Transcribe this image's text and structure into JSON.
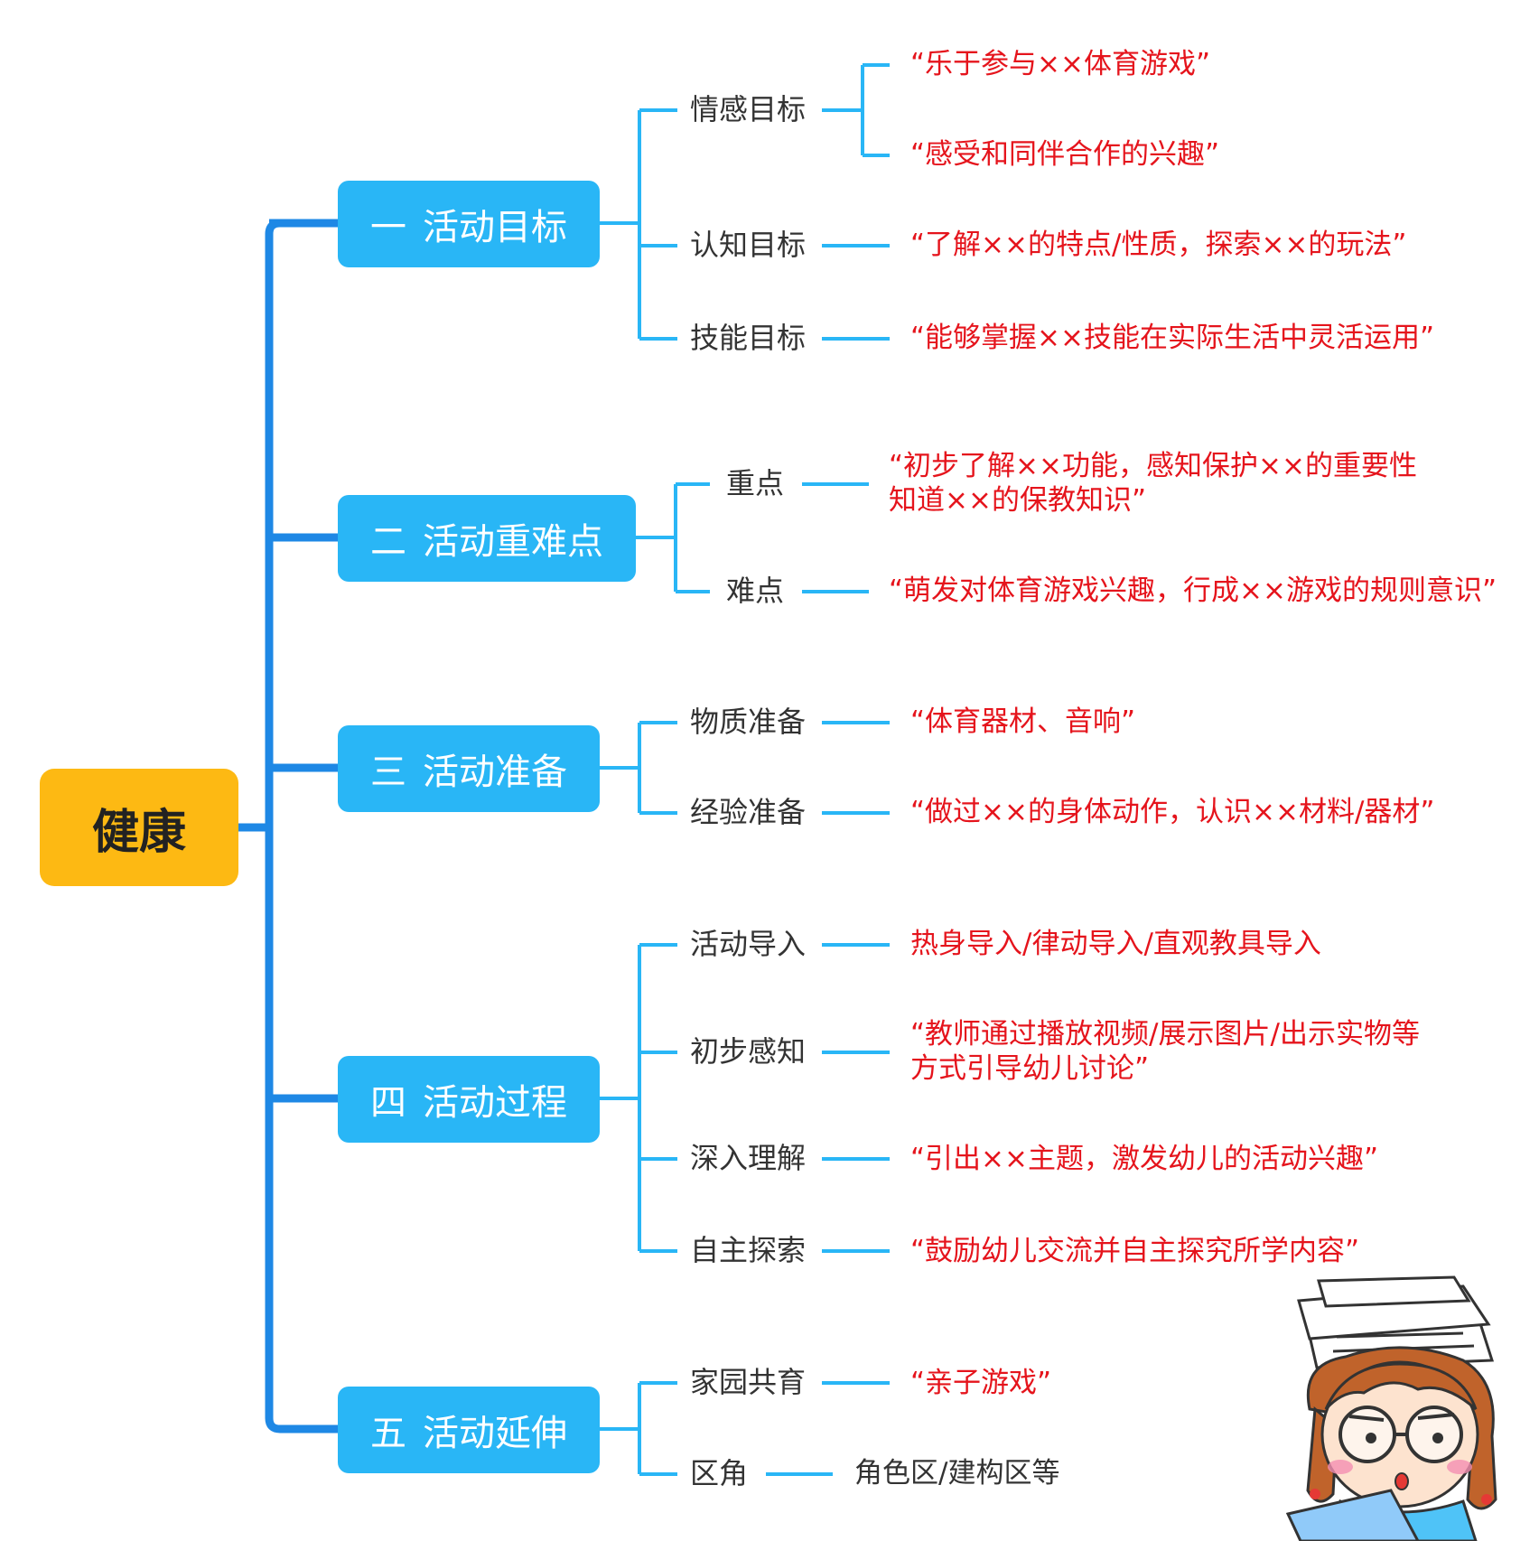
{
  "root": {
    "label": "健康"
  },
  "sections": [
    {
      "num": "一",
      "title": "活动目标",
      "items": [
        {
          "label": "情感目标",
          "values": [
            "“乐于参与××体育游戏”",
            "“感受和同伴合作的兴趣”"
          ]
        },
        {
          "label": "认知目标",
          "values": [
            "“了解××的特点/性质，探索××的玩法”"
          ]
        },
        {
          "label": "技能目标",
          "values": [
            "“能够掌握××技能在实际生活中灵活运用”"
          ]
        }
      ]
    },
    {
      "num": "二",
      "title": "活动重难点",
      "items": [
        {
          "label": "重点",
          "values": [
            "“初步了解××功能，感知保护××的重要性",
            "知道××的保教知识”"
          ]
        },
        {
          "label": "难点",
          "values": [
            "“萌发对体育游戏兴趣，行成××游戏的规则意识”"
          ]
        }
      ]
    },
    {
      "num": "三",
      "title": "活动准备",
      "items": [
        {
          "label": "物质准备",
          "values": [
            "“体育器材、音响”"
          ]
        },
        {
          "label": "经验准备",
          "values": [
            "“做过××的身体动作，认识××材料/器材”"
          ]
        }
      ]
    },
    {
      "num": "四",
      "title": "活动过程",
      "items": [
        {
          "label": "活动导入",
          "values": [
            "热身导入/律动导入/直观教具导入"
          ]
        },
        {
          "label": "初步感知",
          "values": [
            "“教师通过播放视频/展示图片/出示实物等",
            "方式引导幼儿讨论”"
          ]
        },
        {
          "label": "深入理解",
          "values": [
            "“引出××主题，激发幼儿的活动兴趣”"
          ]
        },
        {
          "label": "自主探索",
          "values": [
            "“鼓励幼儿交流并自主探究所学内容”"
          ]
        }
      ]
    },
    {
      "num": "五",
      "title": "活动延伸",
      "items": [
        {
          "label": "家园共育",
          "values": [
            "“亲子游戏”"
          ]
        },
        {
          "label": "区角",
          "values": [
            "角色区/建构区等"
          ]
        }
      ]
    }
  ],
  "colors": {
    "root": "#fdb913",
    "section": "#29b6f6",
    "main_line": "#1e88e5",
    "branch_line": "#29b6f6",
    "leaf_text": "#e5141c"
  }
}
